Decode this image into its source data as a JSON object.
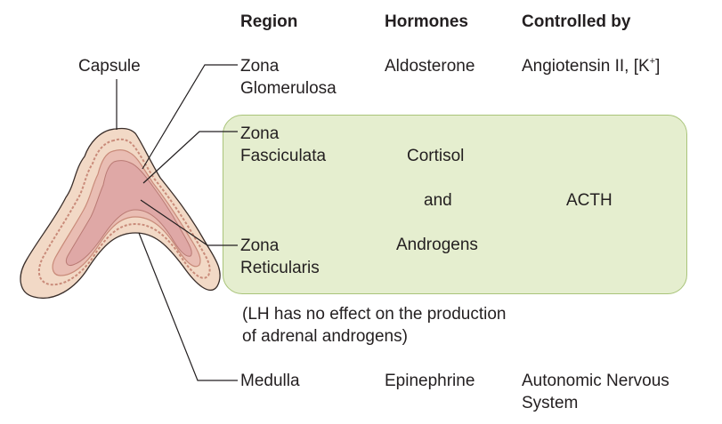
{
  "headers": {
    "region": "Region",
    "hormones": "Hormones",
    "controlled_by": "Controlled by"
  },
  "labels": {
    "capsule": "Capsule"
  },
  "rows": {
    "glomerulosa": {
      "region_line1": "Zona",
      "region_line2": "Glomerulosa",
      "hormone": "Aldosterone",
      "control_text": "Angiotensin II, [K",
      "control_sup": "+",
      "control_close": "]"
    },
    "fasciculata": {
      "region_line1": "Zona",
      "region_line2": "Fasciculata"
    },
    "reticularis": {
      "region_line1": "Zona",
      "region_line2": "Reticularis"
    },
    "shared": {
      "hormone_1": "Cortisol",
      "conjunction": "and",
      "hormone_2": "Androgens",
      "control": "ACTH"
    },
    "note": {
      "line1": "(LH has no effect on the production",
      "line2": "of adrenal androgens)"
    },
    "medulla": {
      "region": "Medulla",
      "hormone": "Epinephrine",
      "control_line1": "Autonomic Nervous",
      "control_line2": "System"
    }
  },
  "colors": {
    "highlight_fill": "#e5eecf",
    "highlight_border": "#a9c47a",
    "cortex_outer": "#f2d9c6",
    "cortex_lines": "#c98b7a",
    "medulla_fill": "#dfa8a6",
    "text": "#231f20"
  }
}
